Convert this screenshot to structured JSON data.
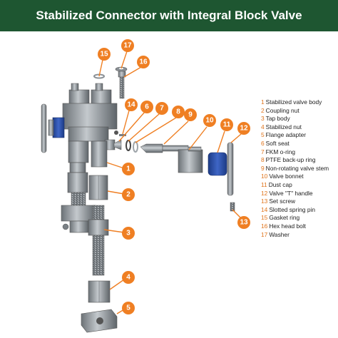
{
  "title": "Stabilized Connector with Integral Block Valve",
  "colors": {
    "header_bg": "#1e5631",
    "callout": "#ef7f23",
    "metal": "#9ea4a9",
    "seal_blue": "#2b4fa8"
  },
  "parts": [
    {
      "num": "1",
      "label": "Stabilized valve body"
    },
    {
      "num": "2",
      "label": "Coupling nut"
    },
    {
      "num": "3",
      "label": "Tap body"
    },
    {
      "num": "4",
      "label": "Stabilized nut"
    },
    {
      "num": "5",
      "label": "Flange adapter"
    },
    {
      "num": "6",
      "label": "Soft seat"
    },
    {
      "num": "7",
      "label": "FKM o-ring"
    },
    {
      "num": "8",
      "label": "PTFE back-up ring"
    },
    {
      "num": "9",
      "label": "Non-rotating valve stem"
    },
    {
      "num": "10",
      "label": "Valve bonnet"
    },
    {
      "num": "11",
      "label": "Dust cap"
    },
    {
      "num": "12",
      "label": "Valve \"T\" handle"
    },
    {
      "num": "13",
      "label": "Set screw"
    },
    {
      "num": "14",
      "label": "Slotted spring pin"
    },
    {
      "num": "15",
      "label": "Gasket ring"
    },
    {
      "num": "16",
      "label": "Hex head bolt"
    },
    {
      "num": "17",
      "label": "Washer"
    }
  ]
}
